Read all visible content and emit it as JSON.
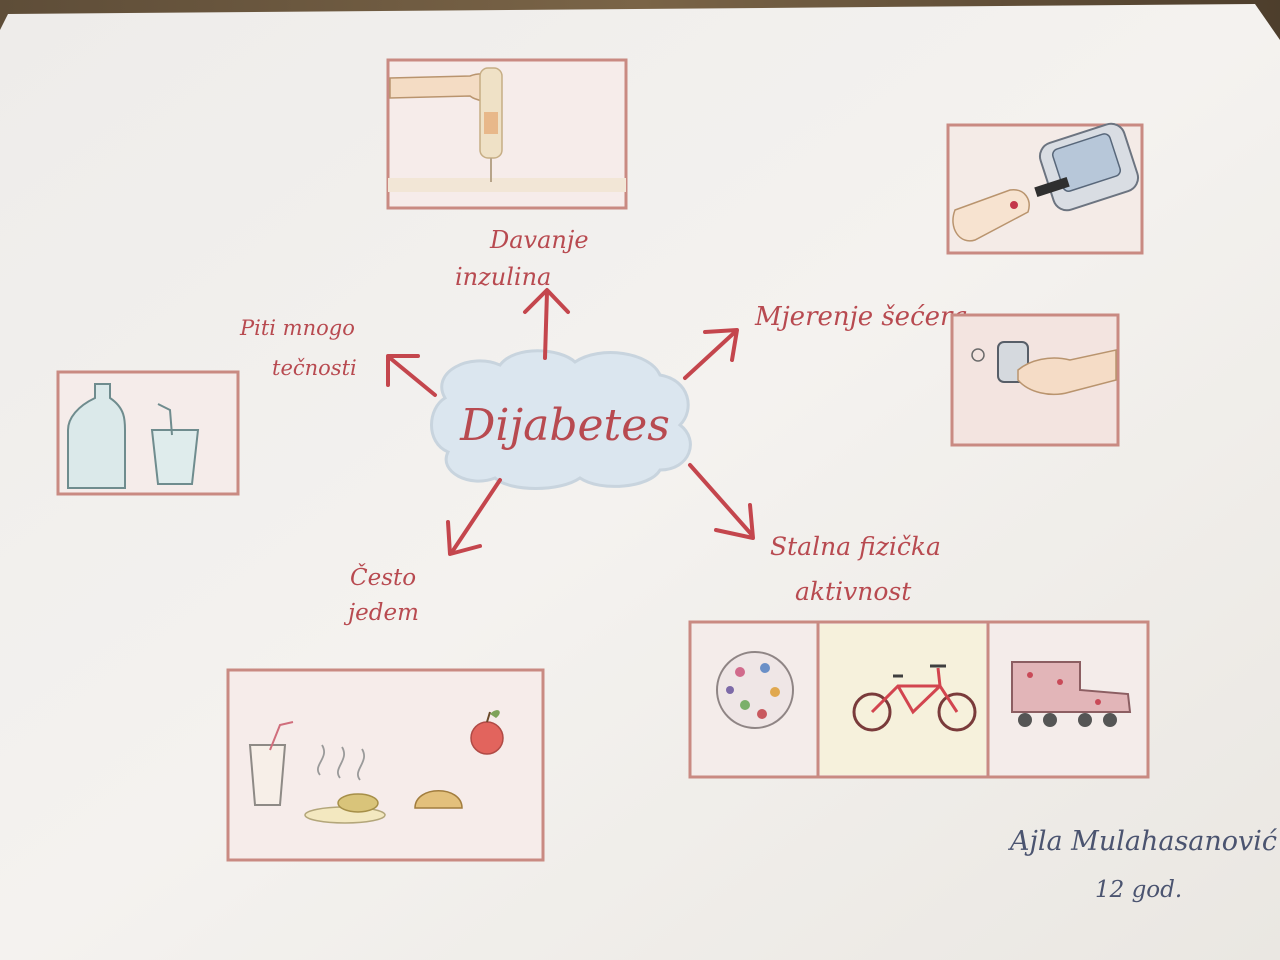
{
  "center": {
    "label": "Dijabetes"
  },
  "branches": {
    "insulin": {
      "line1": "Davanje",
      "line2": "inzulina"
    },
    "measure": {
      "line1": "Mjerenje šećera"
    },
    "drink": {
      "line1": "Piti mnogo",
      "line2": "tečnosti"
    },
    "eat": {
      "line1": "Često",
      "line2": "jedem"
    },
    "activity": {
      "line1": "Stalna fizička",
      "line2": "aktivnost"
    }
  },
  "signature": {
    "name": "Ajla Mulahasanović",
    "age": "12 god."
  },
  "colors": {
    "paper": "#f3f1ee",
    "ink_red": "#c4464d",
    "pencil_red": "#d08a80",
    "cloud": "#dce6ee",
    "signature": "#4b5470"
  }
}
